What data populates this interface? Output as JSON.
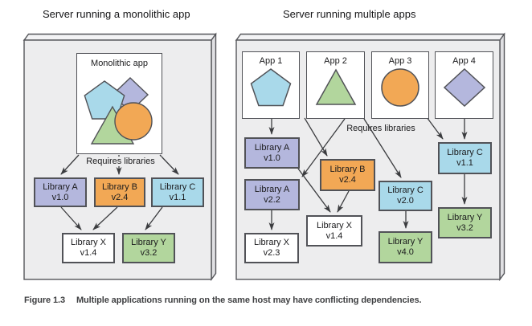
{
  "figure": {
    "caption_label": "Figure 1.3",
    "caption_text": "Multiple applications running on the same host may have conflicting dependencies."
  },
  "left_panel": {
    "title": "Server running a monolithic app",
    "monolith": {
      "title": "Monolithic app",
      "shapes": [
        "diamond",
        "pentagon",
        "triangle",
        "circle"
      ]
    },
    "requires_label": "Requires libraries",
    "libraries": [
      {
        "name": "Library A",
        "version": "v1.0",
        "color": "lavender"
      },
      {
        "name": "Library B",
        "version": "v2.4",
        "color": "orange"
      },
      {
        "name": "Library C",
        "version": "v1.1",
        "color": "blue"
      },
      {
        "name": "Library X",
        "version": "v1.4",
        "color": "white"
      },
      {
        "name": "Library Y",
        "version": "v3.2",
        "color": "green"
      }
    ],
    "dependencies": [
      "Monolithic app -> Library A v1.0",
      "Monolithic app -> Library B v2.4",
      "Monolithic app -> Library C v1.1",
      "Library A v1.0 -> Library X v1.4",
      "Library B v2.4 -> Library X v1.4",
      "Library C v1.1 -> Library Y v3.2"
    ]
  },
  "right_panel": {
    "title": "Server running multiple apps",
    "apps": [
      {
        "label": "App 1",
        "shape": "pentagon"
      },
      {
        "label": "App 2",
        "shape": "triangle"
      },
      {
        "label": "App 3",
        "shape": "circle"
      },
      {
        "label": "App 4",
        "shape": "diamond"
      }
    ],
    "requires_label": "Requires libraries",
    "libraries": [
      {
        "name": "Library A",
        "version": "v1.0",
        "color": "lavender"
      },
      {
        "name": "Library A",
        "version": "v2.2",
        "color": "lavender"
      },
      {
        "name": "Library B",
        "version": "v2.4",
        "color": "orange"
      },
      {
        "name": "Library C",
        "version": "v2.0",
        "color": "blue"
      },
      {
        "name": "Library C",
        "version": "v1.1",
        "color": "blue"
      },
      {
        "name": "Library X",
        "version": "v2.3",
        "color": "white"
      },
      {
        "name": "Library X",
        "version": "v1.4",
        "color": "white"
      },
      {
        "name": "Library Y",
        "version": "v4.0",
        "color": "green"
      },
      {
        "name": "Library Y",
        "version": "v3.2",
        "color": "green"
      }
    ],
    "dependencies": [
      "App 1 -> Library A v1.0",
      "App 2 -> Library B v2.4",
      "App 2 -> Library A v2.2",
      "App 2 -> Library C v2.0",
      "App 3 -> Library C v1.1",
      "App 4 -> Library C v1.1",
      "Library A v1.0 -> Library X v1.4",
      "Library B v2.4 -> Library X v1.4",
      "Library A v2.2 -> Library X v2.3",
      "Library C v2.0 -> Library Y v4.0",
      "Library C v1.1 -> Library Y v3.2"
    ]
  },
  "colors": {
    "lavender": "#b4b7dd",
    "orange": "#f2a855",
    "light_blue": "#a9d9ea",
    "green": "#b2d69d",
    "server_gray": "#ededee",
    "box_border": "#515257",
    "arrow": "#3b3c3f"
  }
}
